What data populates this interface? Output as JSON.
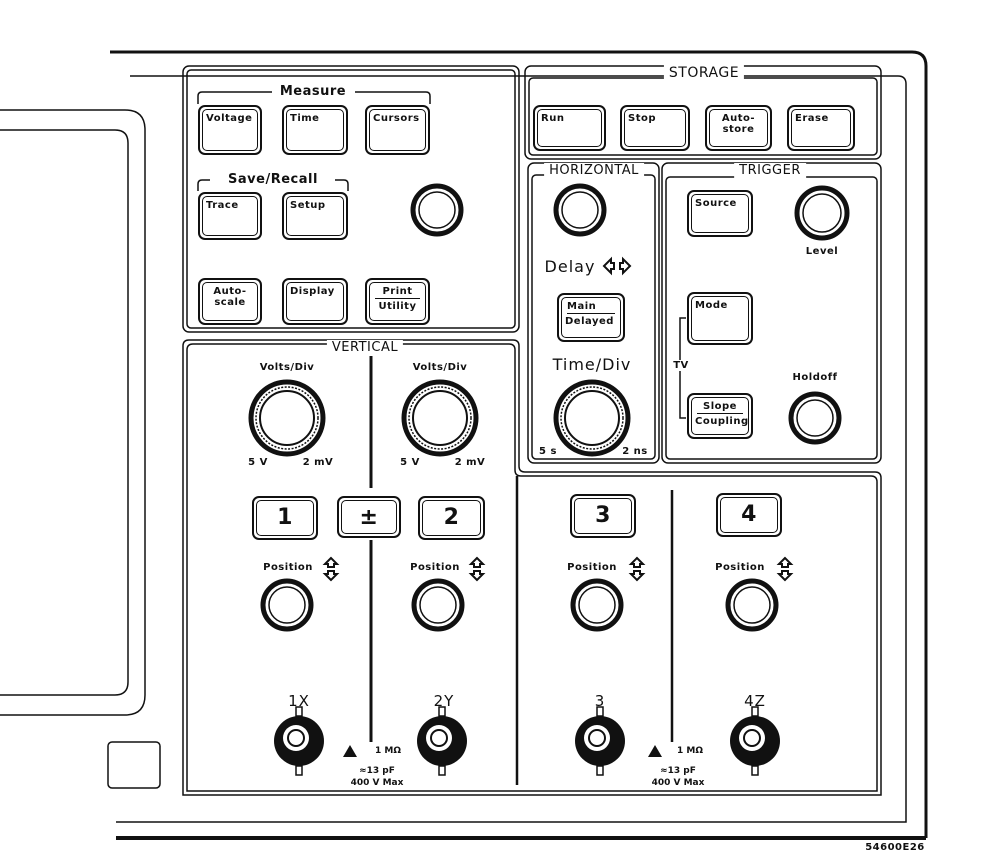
{
  "measure": {
    "title": "Measure",
    "voltage": "Voltage",
    "time": "Time",
    "cursors": "Cursors"
  },
  "save_recall": {
    "title": "Save/Recall",
    "trace": "Trace",
    "setup": "Setup"
  },
  "misc": {
    "autoscale_1": "Auto-",
    "autoscale_2": "scale",
    "display": "Display",
    "print": "Print",
    "utility": "Utility"
  },
  "storage": {
    "title": "STORAGE",
    "run": "Run",
    "stop": "Stop",
    "autostore_1": "Auto-",
    "autostore_2": "store",
    "erase": "Erase"
  },
  "horizontal": {
    "title": "HORIZONTAL",
    "delay": "Delay",
    "main": "Main",
    "delayed": "Delayed",
    "time_div": "Time/Div",
    "min": "5 s",
    "max": "2 ns"
  },
  "trigger": {
    "title": "TRIGGER",
    "source": "Source",
    "level": "Level",
    "mode": "Mode",
    "tv": "TV",
    "slope": "Slope",
    "coupling": "Coupling",
    "holdoff": "Holdoff"
  },
  "vertical": {
    "title": "VERTICAL",
    "volts_div": "Volts/Div",
    "min": "5 V",
    "max": "2 mV",
    "ch1": "1",
    "math": "±",
    "ch2": "2",
    "ch3": "3",
    "ch4": "4",
    "position": "Position",
    "in1": "1X",
    "in2": "2Y",
    "in3": "3",
    "in4": "4Z",
    "imp": "1 MΩ",
    "cap": "≈13 pF",
    "max_v": "400 V Max"
  },
  "figure_id": "54600E26"
}
